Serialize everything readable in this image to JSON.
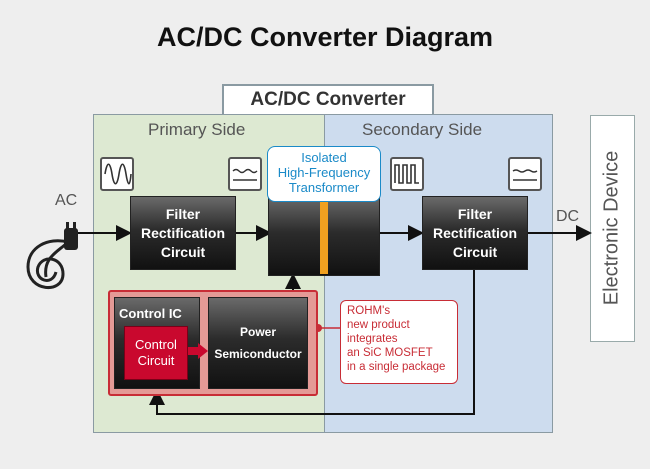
{
  "title": "AC/DC Converter Diagram",
  "converter_label": "AC/DC Converter",
  "primary_side_label": "Primary Side",
  "secondary_side_label": "Secondary Side",
  "ac_label": "AC",
  "dc_label": "DC",
  "electronic_device_label": "Electronic Device",
  "filter_left": [
    "Filter",
    "Rectification",
    "Circuit"
  ],
  "filter_right": [
    "Filter",
    "Rectification",
    "Circuit"
  ],
  "transformer": [
    "Isolated",
    "High-Frequency",
    "Transformer"
  ],
  "control_ic": "Control IC",
  "control_circuit": [
    "Control",
    "Circuit"
  ],
  "power_semiconductor": [
    "Power",
    "Semiconductor"
  ],
  "callout": [
    "ROHM's",
    "new product",
    "integrates",
    "an SiC MOSFET",
    "in a single package"
  ],
  "colors": {
    "primary_bg": "#dde9d2",
    "secondary_bg": "#cddcee",
    "accent_red": "#c82d36",
    "transformer_blue": "#1a8ac8",
    "core_orange": "#f0a020"
  },
  "icons": [
    "ac-sine-wave-icon",
    "dc-ripple-icon",
    "square-wave-icon",
    "dc-smooth-icon",
    "ac-adapter-plug-icon"
  ]
}
